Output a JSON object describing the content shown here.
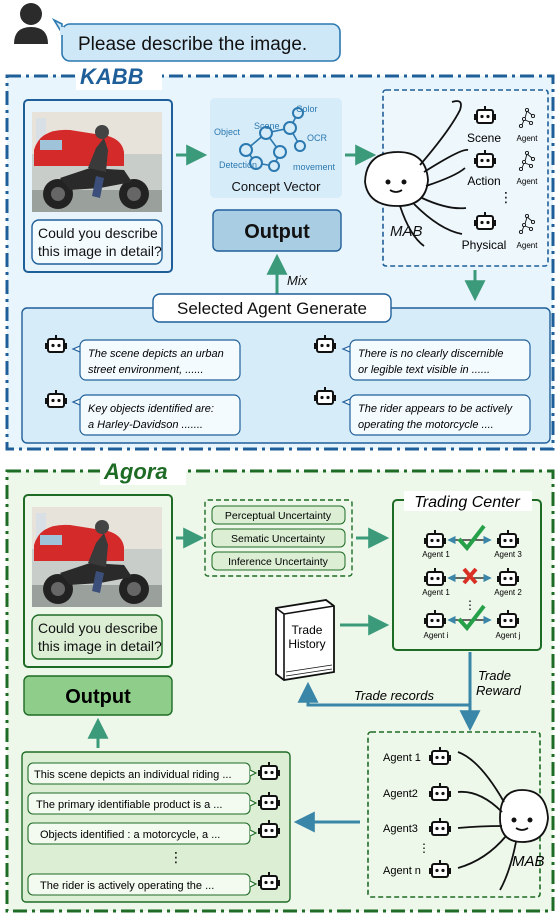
{
  "prompt": {
    "text": "Please describe the image."
  },
  "kabb": {
    "title": "KABB",
    "question": [
      "Could you describe",
      "this image in detail?"
    ],
    "concepts": [
      "Object",
      "Scene",
      "Color",
      "OCR",
      "Detection",
      "movement"
    ],
    "concept_vector_label": "Concept Vector",
    "output_label": "Output",
    "mix_label": "Mix",
    "mab_label": "MAB",
    "agent_rows": [
      "Scene",
      "Action",
      "⋮",
      "Physical"
    ],
    "agent_word": "Agent",
    "selected_title": "Selected Agent Generate",
    "responses": [
      [
        "The scene depicts an urban",
        "street environment, ......"
      ],
      [
        "Key objects identified are:",
        "a Harley-Davidson ......."
      ],
      [
        "There is no clearly discernible",
        "or legible text visible in ......"
      ],
      [
        "The rider appears to be actively",
        "operating the motorcycle ...."
      ]
    ]
  },
  "agora": {
    "title": "Agora",
    "question": [
      "Could you describe",
      "this image in detail?"
    ],
    "uncertainties": [
      "Perceptual Uncertainty",
      "Sematic Uncertainty",
      "Inference Uncertainty"
    ],
    "trading_center_label": "Trading Center",
    "trades": [
      [
        "Agent 1",
        "Agent 3"
      ],
      [
        "Agent 1",
        "Agent 2"
      ],
      [
        "Agent i",
        "Agent j"
      ]
    ],
    "trade_history": [
      "Trade",
      "History"
    ],
    "trade_records_label": "Trade records",
    "trade_reward_label": [
      "Trade",
      "Reward"
    ],
    "output_label": "Output",
    "mab_label": "MAB",
    "agents": [
      "Agent 1",
      "Agent2",
      "Agent3",
      "Agent n"
    ],
    "responses": [
      "This scene depicts an individual riding ...",
      "The primary identifiable product is a ...",
      "Objects identified : a motorcycle, a ...",
      "The rider is actively operating the ..."
    ],
    "vdots": "⋮"
  },
  "colors": {
    "kabb_border": "#1f5f99",
    "kabb_bg": "#e9f5fc",
    "kabb_box": "#d6ecf9",
    "kabb_output": "#a9cde3",
    "agora_border": "#1e6b25",
    "agora_bg": "#eef8ea",
    "agora_box": "#dcefd5",
    "agora_output": "#8fce8a",
    "arrow_blue": "#3a86a8",
    "arrow_teal": "#3a9a7a",
    "check": "#27a04a",
    "cross": "#d93025"
  }
}
